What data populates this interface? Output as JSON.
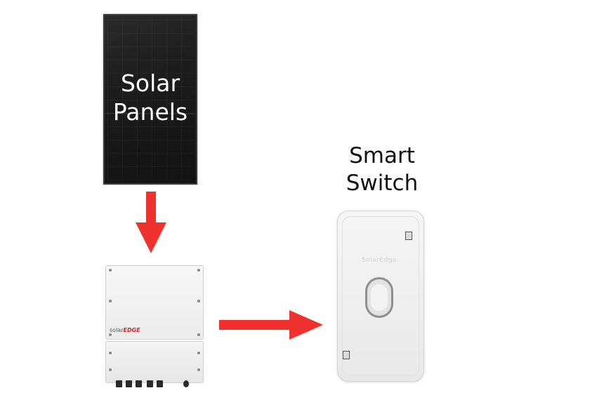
{
  "solar_panels": {
    "label_line1": "Solar",
    "label_line2": "Panels"
  },
  "inverter": {
    "brand_prefix": "solar",
    "brand_suffix": "EDGE"
  },
  "smart_switch": {
    "label_line1": "Smart",
    "label_line2": "Switch",
    "brand": "SolarEdge"
  },
  "colors": {
    "arrow": "#f0322e",
    "panel": "#1c1c1c",
    "device": "#eeeeee"
  }
}
